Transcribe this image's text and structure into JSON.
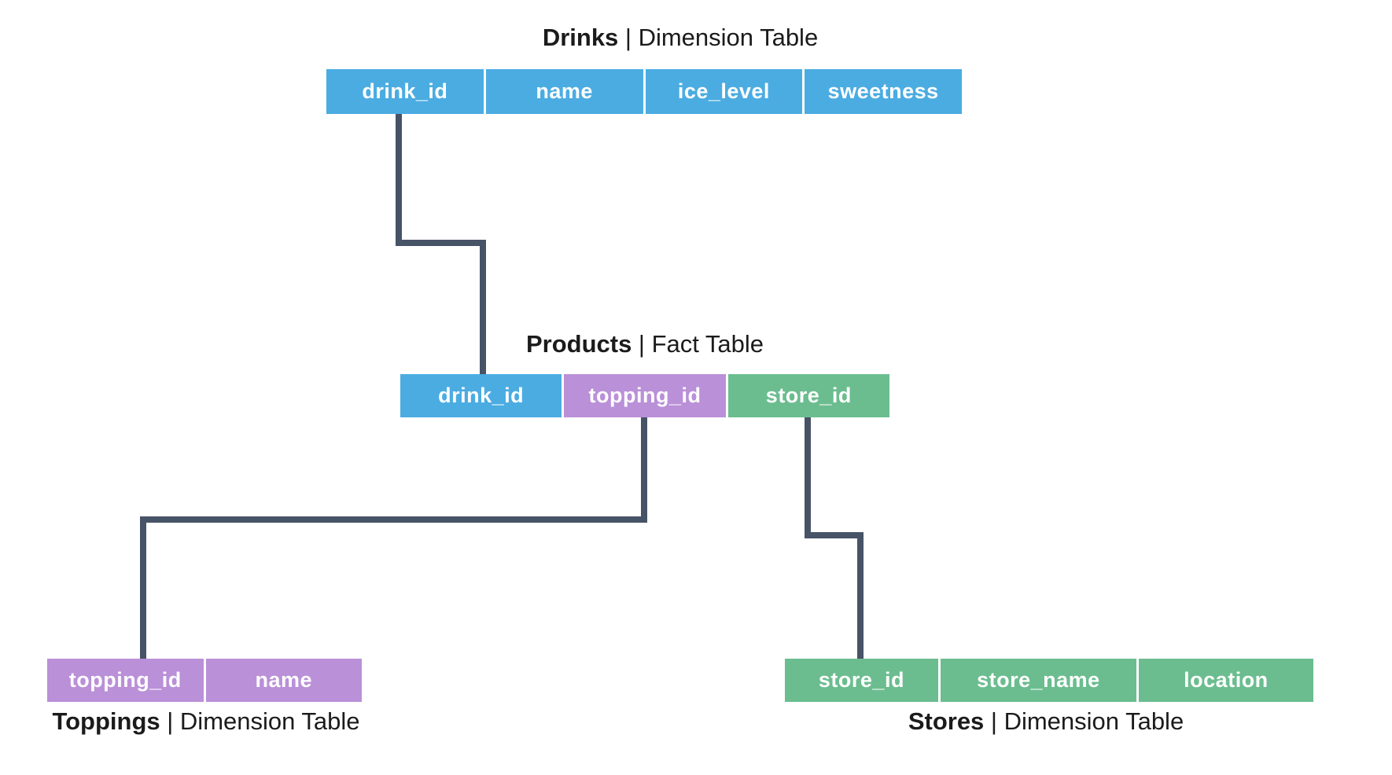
{
  "colors": {
    "blue": "#4BACE2",
    "purple": "#BA90D8",
    "green": "#6BBD8F",
    "connector": "#475366",
    "text_dark": "#1B1B1B",
    "cell_text": "#FFFFFF"
  },
  "tables": {
    "drinks": {
      "title_bold": "Drinks",
      "title_rest": " | Dimension Table",
      "columns": [
        "drink_id",
        "name",
        "ice_level",
        "sweetness"
      ]
    },
    "products": {
      "title_bold": "Products",
      "title_rest": " | Fact Table",
      "columns": [
        "drink_id",
        "topping_id",
        "store_id"
      ]
    },
    "toppings": {
      "title_bold": "Toppings",
      "title_rest": " | Dimension Table",
      "columns": [
        "topping_id",
        "name"
      ]
    },
    "stores": {
      "title_bold": "Stores",
      "title_rest": " | Dimension Table",
      "columns": [
        "store_id",
        "store_name",
        "location"
      ]
    }
  },
  "relationships": [
    {
      "from": "Drinks.drink_id",
      "to": "Products.drink_id"
    },
    {
      "from": "Products.topping_id",
      "to": "Toppings.topping_id"
    },
    {
      "from": "Products.store_id",
      "to": "Stores.store_id"
    }
  ]
}
